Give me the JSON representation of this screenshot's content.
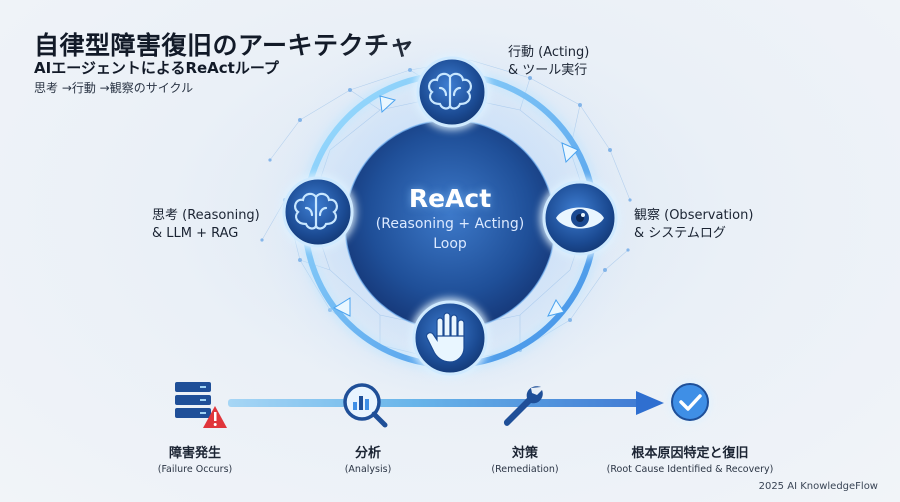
{
  "header": {
    "title": "自律型障害復旧のアーキテクチャ",
    "subtitle": "AIエージェントによるReActループ",
    "subsubtitle": "思考 →行動 →観察のサイクル"
  },
  "cycle": {
    "center_title": "ReAct",
    "center_subtitle": "(Reasoning + Acting)",
    "center_loop": "Loop",
    "nodes": [
      {
        "id": "acting",
        "line1": "行動 (Acting)",
        "line2": "& ツール実行",
        "icon": "brain-icon"
      },
      {
        "id": "observation",
        "line1": "観察 (Observation)",
        "line2": "& システムログ",
        "icon": "eye-icon"
      },
      {
        "id": "reasoning",
        "line1": "思考 (Reasoning)",
        "line2": "& LLM + RAG",
        "icon": "brain-icon"
      },
      {
        "id": "stop",
        "icon": "hand-icon"
      }
    ]
  },
  "flow": {
    "steps": [
      {
        "label": "障害発生",
        "sub": "(Failure Occurs)",
        "icon": "server-warning-icon"
      },
      {
        "label": "分析",
        "sub": "(Analysis)",
        "icon": "magnifier-chart-icon"
      },
      {
        "label": "対策",
        "sub": "(Remediation)",
        "icon": "wrench-icon"
      },
      {
        "label": "根本原因特定と復旧",
        "sub": "(Root Cause Identified & Recovery)",
        "icon": "check-circle-icon"
      }
    ]
  },
  "footer": {
    "text": "2025 AI KnowledgeFlow"
  },
  "colors": {
    "accent": "#4aa3f0",
    "node_dark": "#1d4f95",
    "warning": "#e0353b",
    "arrow": "#3f7fd6"
  }
}
